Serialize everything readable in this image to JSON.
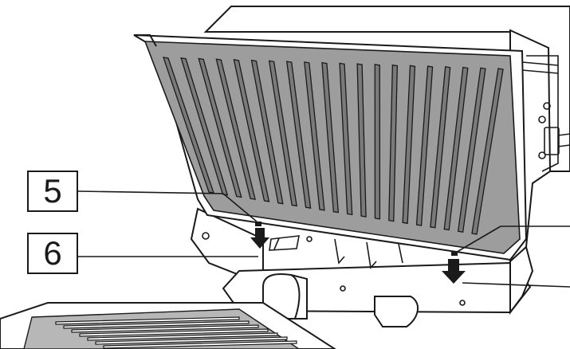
{
  "callouts": [
    {
      "id": "5",
      "label": "5"
    },
    {
      "id": "6",
      "label": "6"
    }
  ],
  "colors": {
    "plate": "#9d9d9d",
    "plate_dark": "#6f6f6f",
    "line": "#1a1a1a",
    "body": "#ffffff"
  },
  "icons": [
    "arrow-down-icon"
  ]
}
